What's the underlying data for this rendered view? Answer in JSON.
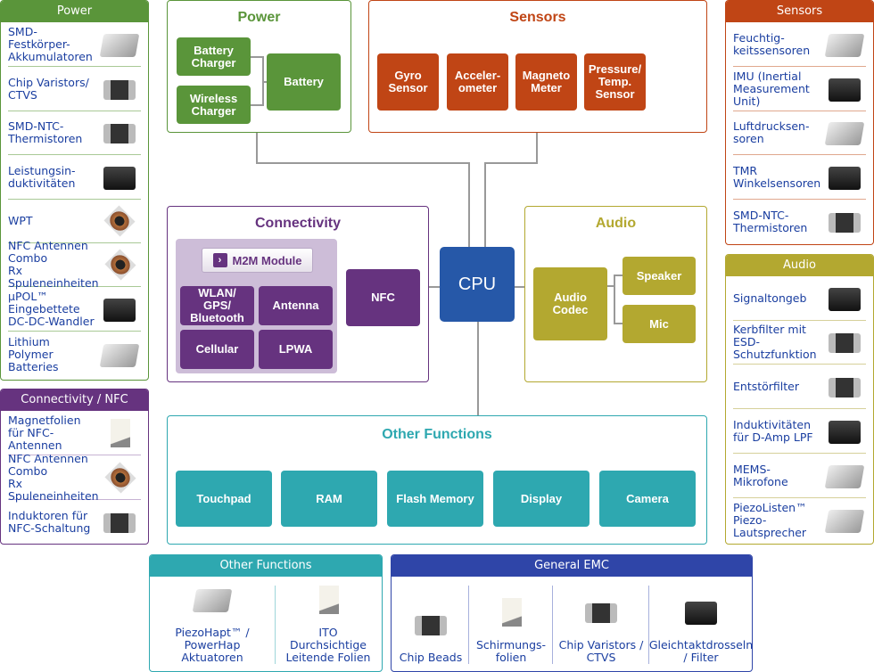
{
  "colors": {
    "power": "#5a953a",
    "sensors": "#c04515",
    "audio": "#b3a830",
    "connectivity": "#66337f",
    "other": "#2ea8b0",
    "emc": "#2f45a8",
    "cpu": "#2658a8"
  },
  "left_power": {
    "title": "Power",
    "items": [
      {
        "label": "SMD-Festkörper-\nAkkumulatoren",
        "icon": "plate"
      },
      {
        "label": "Chip Varistors/\nCTVS",
        "icon": "chip"
      },
      {
        "label": "SMD-NTC-\nThermistoren",
        "icon": "chip"
      },
      {
        "label": "Leistungsin-\nduktivitäten",
        "icon": "dark"
      },
      {
        "label": "WPT",
        "icon": "coil"
      },
      {
        "label": "NFC Antennen\nCombo\nRx Spuleneinheiten",
        "icon": "coil"
      },
      {
        "label": "µPOL™\nEingebettete\nDC-DC-Wandler",
        "icon": "dark"
      },
      {
        "label": "Lithium\nPolymer\nBatteries",
        "icon": "plate"
      }
    ]
  },
  "left_conn": {
    "title": "Connectivity / NFC",
    "items": [
      {
        "label": "Magnetfolien\nfür NFC-\nAntennen",
        "icon": "sheet"
      },
      {
        "label": "NFC Antennen\nCombo\nRx Spuleneinheiten",
        "icon": "coil"
      },
      {
        "label": "Induktoren für\nNFC-Schaltung",
        "icon": "chip"
      }
    ]
  },
  "right_sensors": {
    "title": "Sensors",
    "items": [
      {
        "label": "Feuchtig-\nkeitssensoren",
        "icon": "plate"
      },
      {
        "label": "IMU (Inertial\nMeasurement\nUnit)",
        "icon": "dark"
      },
      {
        "label": "Luftdrucksen-\nsoren",
        "icon": "plate"
      },
      {
        "label": "TMR\nWinkelsensoren",
        "icon": "dark"
      },
      {
        "label": "SMD-NTC-\nThermistoren",
        "icon": "chip"
      }
    ]
  },
  "right_audio": {
    "title": "Audio",
    "items": [
      {
        "label": "Signaltongeb",
        "icon": "dark"
      },
      {
        "label": "Kerbfilter mit\nESD-\nSchutzfunktion",
        "icon": "chip"
      },
      {
        "label": "Entstörfilter",
        "icon": "chip"
      },
      {
        "label": "Induktivitäten\nfür D-Amp LPF",
        "icon": "dark"
      },
      {
        "label": "MEMS-\nMikrofone",
        "icon": "plate"
      },
      {
        "label": "PiezoListen™\nPiezo-Lautsprecher",
        "icon": "plate"
      }
    ]
  },
  "diagram": {
    "power": {
      "title": "Power",
      "battery_charger": "Battery\nCharger",
      "wireless_charger": "Wireless\nCharger",
      "battery": "Battery"
    },
    "sensors": {
      "title": "Sensors",
      "tiles": [
        "Gyro\nSensor",
        "Acceler-\nometer",
        "Magneto\nMeter",
        "Pressure/\nTemp.\nSensor"
      ]
    },
    "connectivity": {
      "title": "Connectivity",
      "m2m": "M2M Module",
      "wlan": "WLAN/\nGPS/\nBluetooth",
      "antenna": "Antenna",
      "cellular": "Cellular",
      "lpwa": "LPWA",
      "nfc": "NFC"
    },
    "cpu": "CPU",
    "audio": {
      "title": "Audio",
      "codec": "Audio\nCodec",
      "speaker": "Speaker",
      "mic": "Mic"
    },
    "other": {
      "title": "Other Functions",
      "tiles": [
        "Touchpad",
        "RAM",
        "Flash Memory",
        "Display",
        "Camera"
      ]
    }
  },
  "bottom_other": {
    "title": "Other Functions",
    "items": [
      {
        "label": "PiezoHapt™ /\nPowerHap\nAktuatoren",
        "icon": "plate"
      },
      {
        "label": "ITO\nDurchsichtige\nLeitende Folien",
        "icon": "sheet"
      }
    ]
  },
  "bottom_emc": {
    "title": "General EMC",
    "items": [
      {
        "label": "Chip Beads",
        "icon": "chip"
      },
      {
        "label": "Schirmungs-\nfolien",
        "icon": "sheet"
      },
      {
        "label": "Chip Varistors /\nCTVS",
        "icon": "chip"
      },
      {
        "label": "Gleichtaktdrosseln\n/ Filter",
        "icon": "dark"
      }
    ]
  }
}
